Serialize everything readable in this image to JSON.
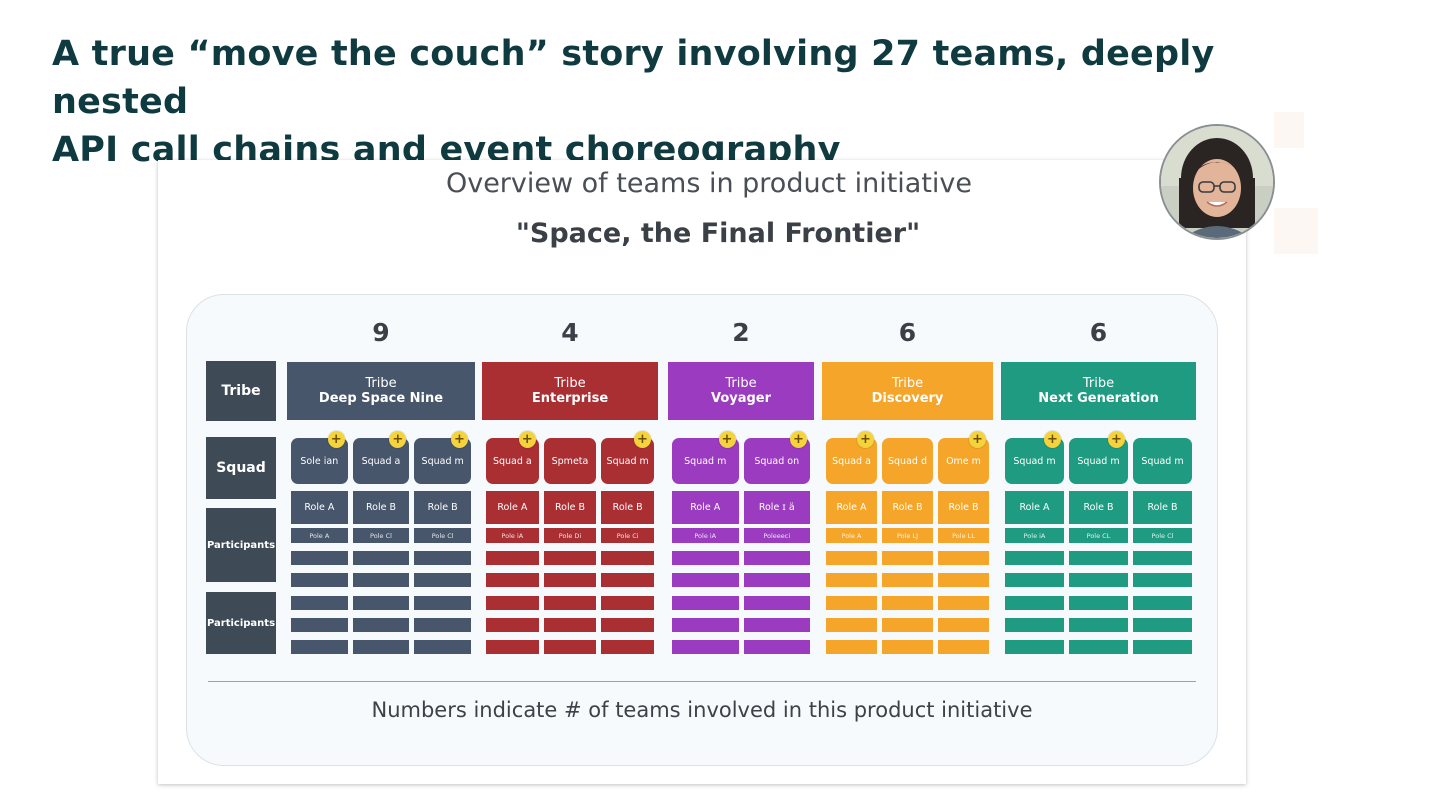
{
  "slide": {
    "title_line1": "A true “move the couch” story involving 27 teams, deeply nested",
    "title_line2": "API call chains and event choreography"
  },
  "presenter": {
    "avatar_icon": "presenter-photo"
  },
  "figure": {
    "heading": "Overview of teams in product initiative",
    "subheading": "\"Space, the Final Frontier\"",
    "footnote": "Numbers indicate # of teams involved in this product initiative",
    "row_labels": {
      "tribe": "Tribe",
      "squad": "Squad",
      "participants_1": "Participants",
      "participants_2": "Participants"
    },
    "tribes": [
      {
        "count": "9",
        "label": "Tribe",
        "name": "Deep Space Nine",
        "color": "#47566b",
        "squads": [
          "Sole ian",
          "Squad a",
          "Squad m"
        ],
        "roles": [
          "Role A",
          "Role B",
          "Role B"
        ],
        "role_subs": [
          "Pole A",
          "Pole Cl",
          "Pole Cl"
        ]
      },
      {
        "count": "4",
        "label": "Tribe",
        "name": "Enterprise",
        "color": "#a92f33",
        "squads": [
          "Squad a",
          "Spmeta",
          "Squad m"
        ],
        "roles": [
          "Role A",
          "Role B",
          "Role B"
        ],
        "role_subs": [
          "Pole iA",
          "Pole Di",
          "Pole Ci"
        ]
      },
      {
        "count": "2",
        "label": "Tribe",
        "name": "Voyager",
        "color": "#9a3bc0",
        "squads": [
          "Squad m",
          "Squad on"
        ],
        "roles": [
          "Role A",
          "Role ɪ ä"
        ],
        "role_subs": [
          "Pole iA",
          "Poleeeci"
        ]
      },
      {
        "count": "6",
        "label": "Tribe",
        "name": "Discovery",
        "color": "#f4a52a",
        "squads": [
          "Squad a",
          "Squad d",
          "Ome m"
        ],
        "roles": [
          "Role A",
          "Role B",
          "Role B"
        ],
        "role_subs": [
          "Pole A",
          "Pole LJ",
          "Pole LL"
        ]
      },
      {
        "count": "6",
        "label": "Tribe",
        "name": "Next Generation",
        "color": "#1f9b82",
        "squads": [
          "Squad m",
          "Squad m",
          "Squad m"
        ],
        "roles": [
          "Role A",
          "Role B",
          "Role B"
        ],
        "role_subs": [
          "Pole iA",
          "Pole CL",
          "Pole Cl"
        ]
      }
    ]
  }
}
